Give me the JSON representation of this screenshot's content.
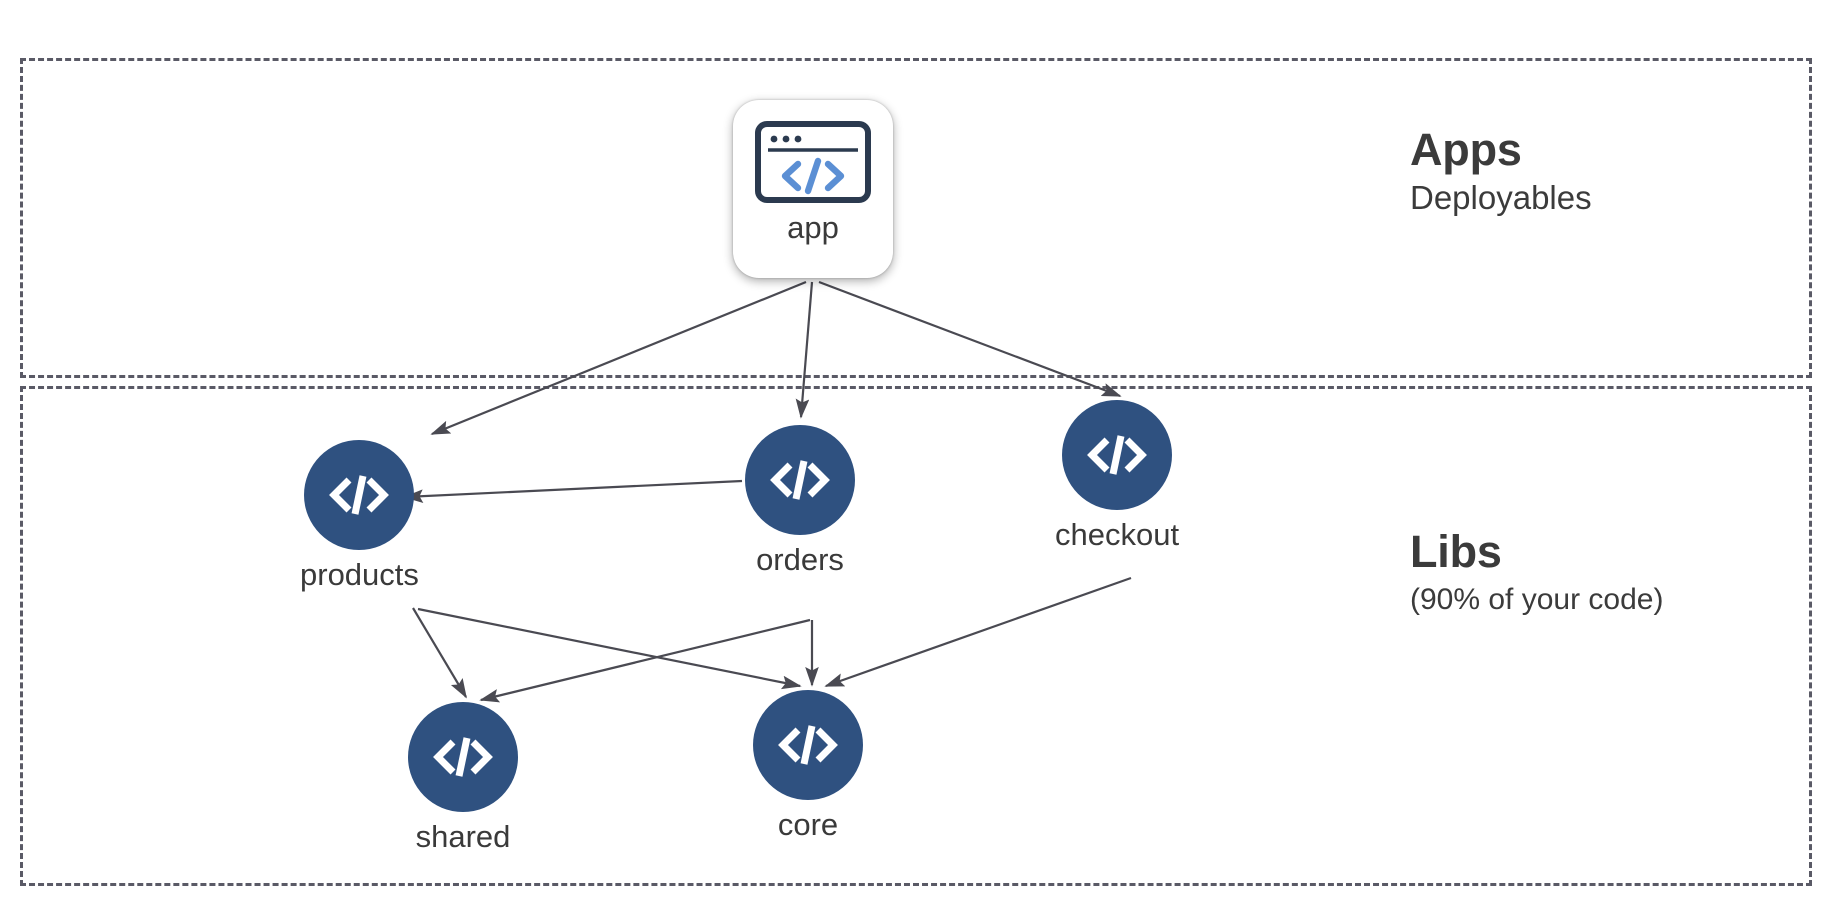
{
  "diagram": {
    "title": "Apps and Libs dependency graph",
    "background_color": "#ffffff",
    "node_fill_color": "#2f5180",
    "edge_color": "#4a4a52",
    "zone_border_color": "#5a5a66",
    "label_color": "#3a3a3a"
  },
  "zones": [
    {
      "id": "apps",
      "title": "Apps",
      "subtitle": "Deployables"
    },
    {
      "id": "libs",
      "title": "Libs",
      "subtitle": "(90% of your code)"
    }
  ],
  "nodes": [
    {
      "id": "app",
      "label": "app",
      "type": "app",
      "icon": "browser-code-icon",
      "zone": "apps"
    },
    {
      "id": "products",
      "label": "products",
      "type": "lib",
      "icon": "code-brackets-icon",
      "zone": "libs"
    },
    {
      "id": "orders",
      "label": "orders",
      "type": "lib",
      "icon": "code-brackets-icon",
      "zone": "libs"
    },
    {
      "id": "checkout",
      "label": "checkout",
      "type": "lib",
      "icon": "code-brackets-icon",
      "zone": "libs"
    },
    {
      "id": "shared",
      "label": "shared",
      "type": "lib",
      "icon": "code-brackets-icon",
      "zone": "libs"
    },
    {
      "id": "core",
      "label": "core",
      "type": "lib",
      "icon": "code-brackets-icon",
      "zone": "libs"
    }
  ],
  "edges": [
    {
      "from": "app",
      "to": "products"
    },
    {
      "from": "app",
      "to": "orders"
    },
    {
      "from": "app",
      "to": "checkout"
    },
    {
      "from": "orders",
      "to": "products"
    },
    {
      "from": "products",
      "to": "shared"
    },
    {
      "from": "products",
      "to": "core"
    },
    {
      "from": "orders",
      "to": "shared"
    },
    {
      "from": "orders",
      "to": "core"
    },
    {
      "from": "checkout",
      "to": "core"
    }
  ]
}
